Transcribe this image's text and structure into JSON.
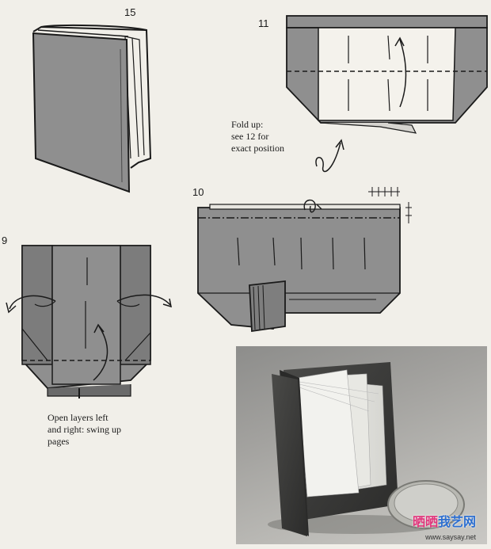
{
  "steps": {
    "step15": "15",
    "step11": "11",
    "step10": "10",
    "step9": "9"
  },
  "captions": {
    "step11_line1": "Fold up:",
    "step11_line2": "see 12 for",
    "step11_line3": "exact position",
    "step9_line1": "Open layers left",
    "step9_line2": "and right: swing up",
    "step9_line3": "pages"
  },
  "watermark": {
    "brand": "晒晒",
    "brand_rest": "我艺网",
    "url": "www.saysay.net"
  },
  "colors": {
    "paper_dark": "#8f8f8f",
    "paper_light": "#f4f2ec",
    "ink": "#1a1a1a",
    "watermark": "#e0347a"
  }
}
